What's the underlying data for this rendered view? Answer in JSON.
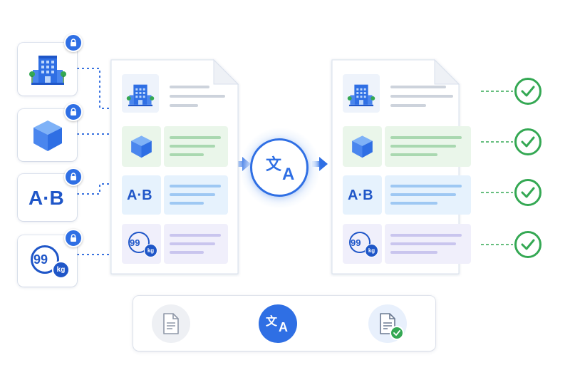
{
  "icons": {
    "building": "building-icon",
    "cube": "cube-icon",
    "lock": "lock-icon",
    "translate": "translate-icon",
    "document": "document-icon",
    "check": "checkmark-icon"
  },
  "labels": {
    "ab": "A·B",
    "weight_number": "99",
    "weight_unit": "kg",
    "translate_glyph_source": "文",
    "translate_glyph_target": "A"
  },
  "colors": {
    "accent_blue": "#2f6fe4",
    "check_green": "#34a853",
    "row_green": "#eaf6ea",
    "row_blue": "#e6f2fd",
    "row_purple": "#f0effb"
  }
}
